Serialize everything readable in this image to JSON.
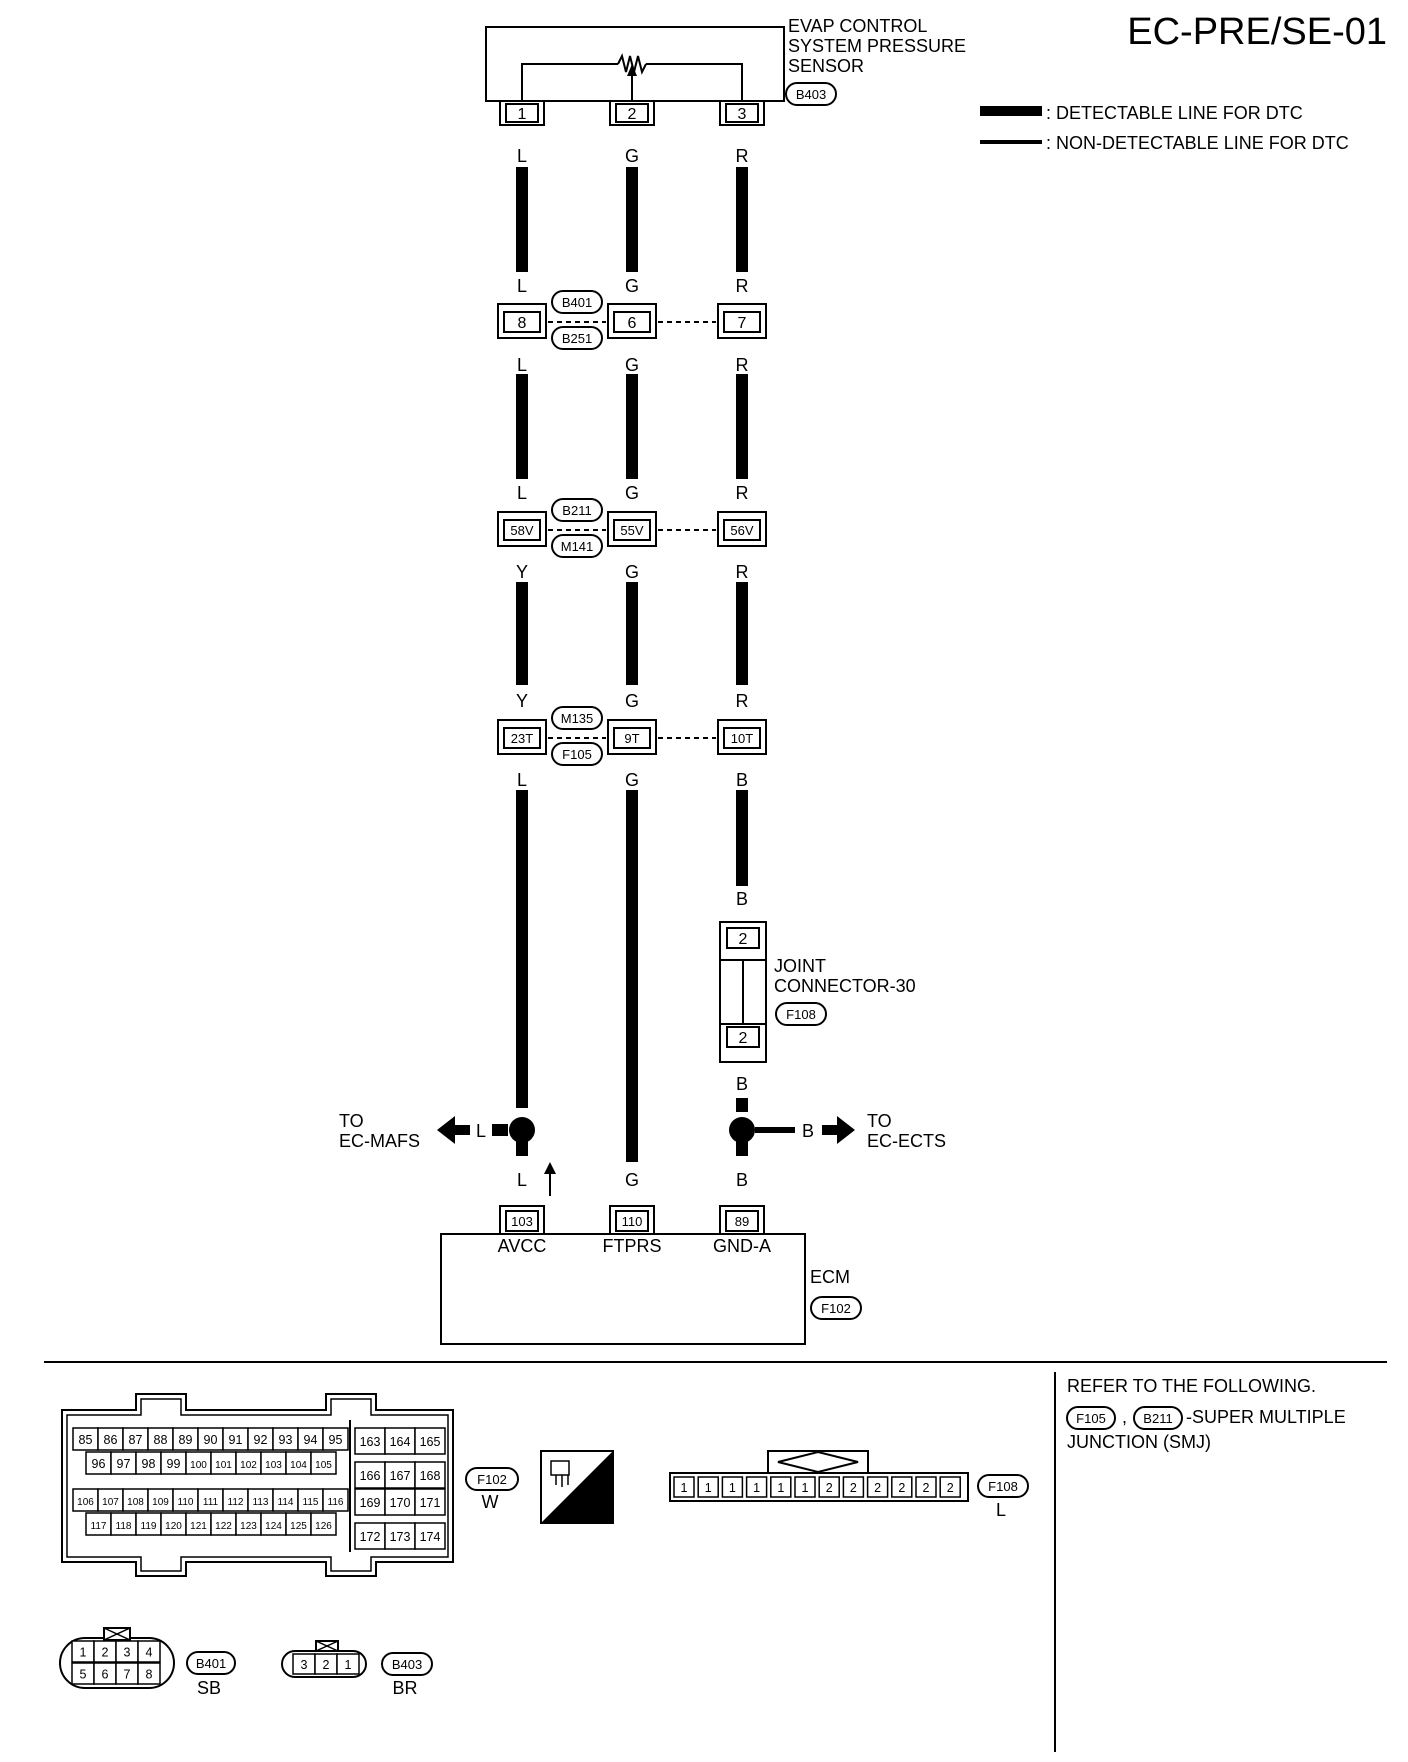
{
  "page_id": "EC-PRE/SE-01",
  "legend": {
    "detectable": ": DETECTABLE LINE FOR DTC",
    "non_detectable": ": NON-DETECTABLE LINE FOR DTC"
  },
  "sensor": {
    "name_lines": [
      "EVAP CONTROL",
      "SYSTEM PRESSURE",
      "SENSOR"
    ],
    "connector": "B403",
    "pins": [
      "1",
      "2",
      "3"
    ]
  },
  "wires": {
    "left": {
      "c1": "L",
      "c2": "L",
      "c3": "L",
      "c4": "L",
      "c5": "Y",
      "c6": "Y",
      "c7": "L",
      "c8": "L"
    },
    "mid": {
      "c1": "G",
      "c2": "G",
      "c3": "G",
      "c4": "G",
      "c5": "G",
      "c6": "G",
      "c7": "G",
      "c8": "G"
    },
    "right": {
      "c1": "R",
      "c2": "R",
      "c3": "R",
      "c4": "R",
      "c5": "R",
      "c6": "R",
      "c7": "B",
      "c8": "B",
      "c9": "B",
      "c10": "B"
    }
  },
  "junction1": {
    "connectors": [
      "B401",
      "B251"
    ],
    "pins": [
      "8",
      "6",
      "7"
    ]
  },
  "junction2": {
    "connectors": [
      "B211",
      "M141"
    ],
    "pins": [
      "58V",
      "55V",
      "56V"
    ]
  },
  "junction3": {
    "connectors": [
      "M135",
      "F105"
    ],
    "pins": [
      "23T",
      "9T",
      "10T"
    ]
  },
  "joint": {
    "name_lines": [
      "JOINT",
      "CONNECTOR-30"
    ],
    "connector": "F108",
    "pins": [
      "2",
      "2"
    ]
  },
  "to_left": {
    "lines": [
      "TO",
      "EC-MAFS"
    ],
    "wire": "L"
  },
  "to_right": {
    "lines": [
      "TO",
      "EC-ECTS"
    ],
    "wire": "B"
  },
  "ecm": {
    "name": "ECM",
    "connector": "F102",
    "pins": [
      "103",
      "110",
      "89"
    ],
    "terminal_names": [
      "AVCC",
      "FTPRS",
      "GND-A"
    ]
  },
  "bottom": {
    "refer": "REFER TO THE FOLLOWING.",
    "refer_conns": [
      "F105",
      "B211"
    ],
    "refer_sep": ",",
    "refer_desc1": "-SUPER MULTIPLE",
    "refer_desc2": "JUNCTION (SMJ)",
    "f102": {
      "id": "F102",
      "color": "W",
      "row1": [
        "85",
        "86",
        "87",
        "88",
        "89",
        "90",
        "91",
        "92",
        "93",
        "94",
        "95"
      ],
      "row2": [
        "96",
        "97",
        "98",
        "99",
        "100",
        "101",
        "102",
        "103",
        "104",
        "105"
      ],
      "row3": [
        "106",
        "107",
        "108",
        "109",
        "110",
        "111",
        "112",
        "113",
        "114",
        "115",
        "116"
      ],
      "row4": [
        "117",
        "118",
        "119",
        "120",
        "121",
        "122",
        "123",
        "124",
        "125",
        "126"
      ],
      "right1": [
        "163",
        "164",
        "165"
      ],
      "right2": [
        "166",
        "167",
        "168"
      ],
      "right3": [
        "169",
        "170",
        "171"
      ],
      "right4": [
        "172",
        "173",
        "174"
      ]
    },
    "hs": "H.S.",
    "f108": {
      "id": "F108",
      "color": "L",
      "pins": [
        "1",
        "1",
        "1",
        "1",
        "1",
        "1",
        "2",
        "2",
        "2",
        "2",
        "2",
        "2"
      ]
    },
    "b401": {
      "id": "B401",
      "color": "SB",
      "row1": [
        "1",
        "2",
        "3",
        "4"
      ],
      "row2": [
        "5",
        "6",
        "7",
        "8"
      ]
    },
    "b403": {
      "id": "B403",
      "color": "BR",
      "pins": [
        "3",
        "2",
        "1"
      ]
    }
  }
}
